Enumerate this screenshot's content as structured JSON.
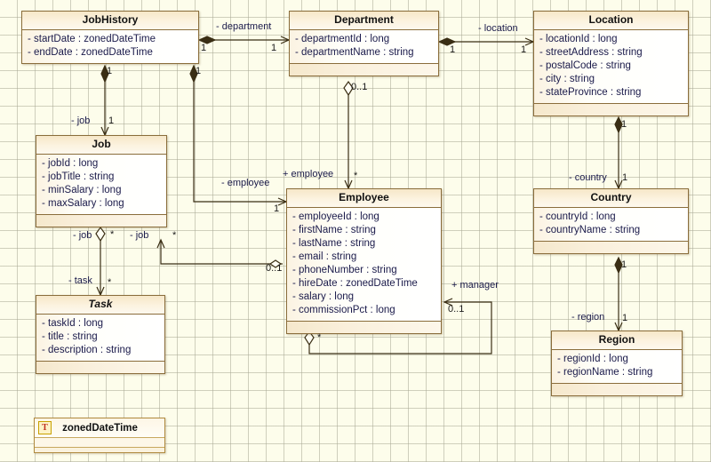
{
  "diagram": {
    "type": "uml-class-diagram",
    "background": "#fdfdeb",
    "grid": "20px light-gray",
    "border_color": "#8a6d3b",
    "header_color": "#f6e7c8"
  },
  "classes": [
    {
      "id": "jobhistory",
      "name": "JobHistory",
      "abstract": false,
      "attributes": [
        "- startDate : zonedDateTime",
        "- endDate : zonedDateTime"
      ],
      "has_operations_compartment": false
    },
    {
      "id": "department",
      "name": "Department",
      "abstract": false,
      "attributes": [
        "- departmentId : long",
        "- departmentName : string"
      ],
      "has_operations_compartment": true
    },
    {
      "id": "location",
      "name": "Location",
      "abstract": false,
      "attributes": [
        "- locationId : long",
        "- streetAddress : string",
        "- postalCode : string",
        "- city : string",
        "- stateProvince : string"
      ],
      "has_operations_compartment": true
    },
    {
      "id": "job",
      "name": "Job",
      "abstract": false,
      "attributes": [
        "- jobId : long",
        "- jobTitle : string",
        "- minSalary : long",
        "- maxSalary : long"
      ],
      "has_operations_compartment": true
    },
    {
      "id": "employee",
      "name": "Employee",
      "abstract": false,
      "attributes": [
        "- employeeId : long",
        "- firstName : string",
        "- lastName : string",
        "- email : string",
        "- phoneNumber : string",
        "- hireDate : zonedDateTime",
        "- salary : long",
        "- commissionPct : long"
      ],
      "has_operations_compartment": true
    },
    {
      "id": "country",
      "name": "Country",
      "abstract": false,
      "attributes": [
        "- countryId : long",
        "- countryName : string"
      ],
      "has_operations_compartment": true
    },
    {
      "id": "task",
      "name": "Task",
      "abstract": true,
      "attributes": [
        "- taskId : long",
        "- title : string",
        "- description : string"
      ],
      "has_operations_compartment": true
    },
    {
      "id": "region",
      "name": "Region",
      "abstract": false,
      "attributes": [
        "- regionId : long",
        "- regionName : string"
      ],
      "has_operations_compartment": true
    }
  ],
  "typedef": {
    "id": "zoneddatetime",
    "badge": "T",
    "name": "zonedDateTime"
  },
  "relationships": [
    {
      "id": "jobhistory-department",
      "from": "jobhistory",
      "to": "department",
      "role_label": "- department",
      "source_mult": "1",
      "target_mult": "1",
      "source_marker": "filled-diamond",
      "target_marker": "open-arrow"
    },
    {
      "id": "department-location",
      "from": "department",
      "to": "location",
      "role_label": "- location",
      "source_mult": "1",
      "target_mult": "1",
      "source_marker": "filled-diamond",
      "target_marker": "open-arrow"
    },
    {
      "id": "jobhistory-job",
      "from": "jobhistory",
      "to": "job",
      "role_label": "- job",
      "source_mult": "1",
      "target_mult": "1",
      "source_marker": "filled-diamond",
      "target_marker": "open-arrow"
    },
    {
      "id": "jobhistory-employee",
      "from": "jobhistory",
      "to": "employee",
      "role_label": "- employee",
      "source_mult": "1",
      "target_mult": "1",
      "source_marker": "filled-diamond",
      "target_marker": "open-arrow"
    },
    {
      "id": "department-employee",
      "from": "department",
      "to": "employee",
      "role_label": "+ employee",
      "source_mult": "0..1",
      "target_mult": "*",
      "source_marker": "open-diamond",
      "target_marker": "open-arrow"
    },
    {
      "id": "location-country",
      "from": "location",
      "to": "country",
      "role_label": "- country",
      "source_mult": "1",
      "target_mult": "1",
      "source_marker": "filled-diamond",
      "target_marker": "open-arrow"
    },
    {
      "id": "country-region",
      "from": "country",
      "to": "region",
      "role_label": "- region",
      "source_mult": "1",
      "target_mult": "1",
      "source_marker": "filled-diamond",
      "target_marker": "open-arrow"
    },
    {
      "id": "job-task",
      "from": "job",
      "to": "task",
      "role_label_source": "- job",
      "role_label_target": "- task",
      "source_mult": "*",
      "target_mult": "*",
      "source_marker": "open-diamond",
      "target_marker": "open-arrow"
    },
    {
      "id": "employee-job",
      "from": "employee",
      "to": "job",
      "role_label": "- job",
      "source_mult": "0..1",
      "target_mult": "*",
      "source_marker": "open-diamond",
      "target_marker": "open-arrow"
    },
    {
      "id": "employee-manager",
      "from": "employee",
      "to": "employee",
      "role_label": "+ manager",
      "source_mult": "*",
      "target_mult": "0..1",
      "source_marker": "open-diamond",
      "target_marker": "open-arrow"
    }
  ]
}
